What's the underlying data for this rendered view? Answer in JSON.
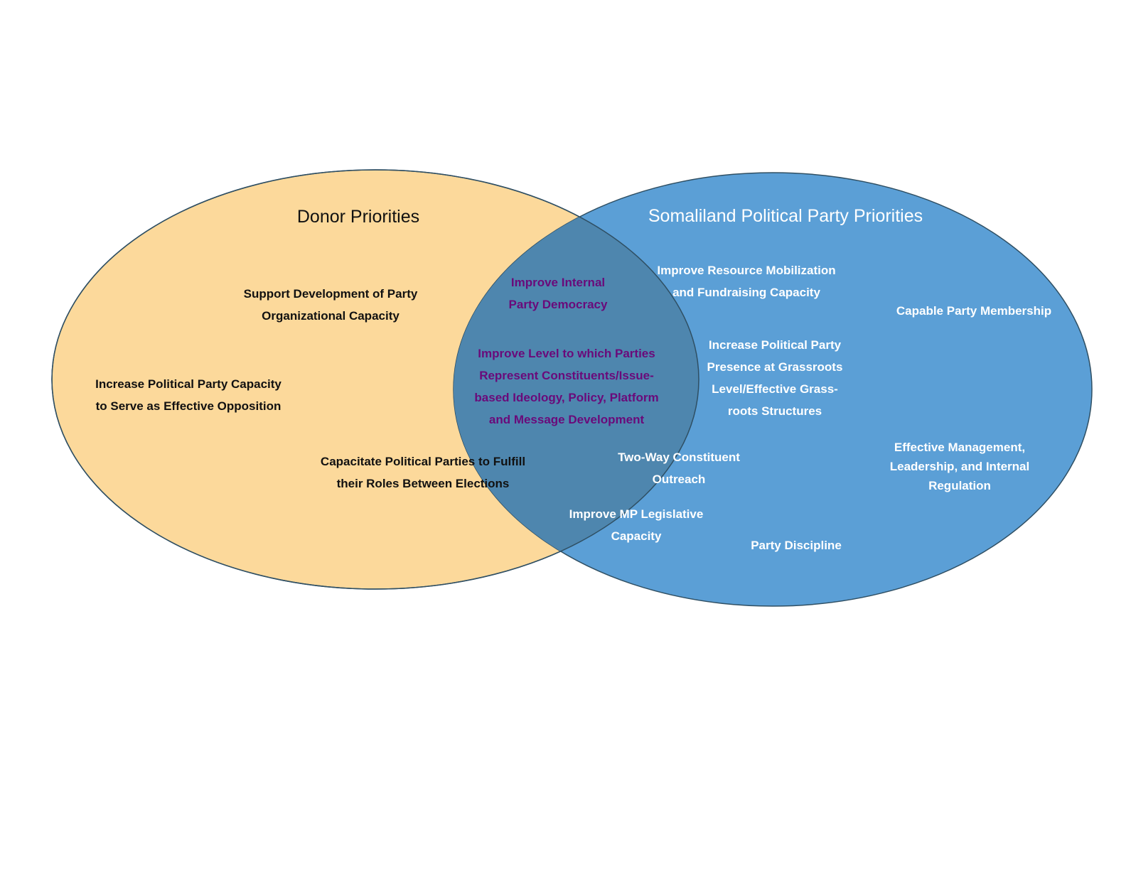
{
  "colors": {
    "donor_fill": "#fcd99b",
    "party_fill": "#5b9fd6",
    "overlap_fill": "#4e86ae",
    "outline": "#2f4f63",
    "donor_text": "#111111",
    "overlap_text": "#6a0a7a",
    "party_text": "#ffffff"
  },
  "titles": {
    "donor": "Donor Priorities",
    "party": "Somaliland Political Party Priorities"
  },
  "donor": {
    "org_capacity": "Support Development of Party\nOrganizational Capacity",
    "opposition": "Increase Political Party Capacity\nto Serve as Effective Opposition",
    "between_elections": "Capacitate Political Parties to Fulfill\ntheir Roles Between Elections"
  },
  "overlap": {
    "internal_democracy": "Improve Internal\nParty Democracy",
    "represent": "Improve Level to which Parties\nRepresent Constituents/Issue-\nbased Ideology, Policy, Platform\nand Message Development",
    "outreach": "Two-Way Constituent\nOutreach",
    "mp_capacity": "Improve MP Legislative\nCapacity"
  },
  "party": {
    "resource": "Improve Resource Mobilization\nand Fundraising Capacity",
    "membership": "Capable Party Membership",
    "grassroots": "Increase Political Party\nPresence at Grassroots\nLevel/Effective Grass-\nroots Structures",
    "management": "Effective Management,\nLeadership, and Internal\nRegulation",
    "discipline": "Party Discipline"
  }
}
